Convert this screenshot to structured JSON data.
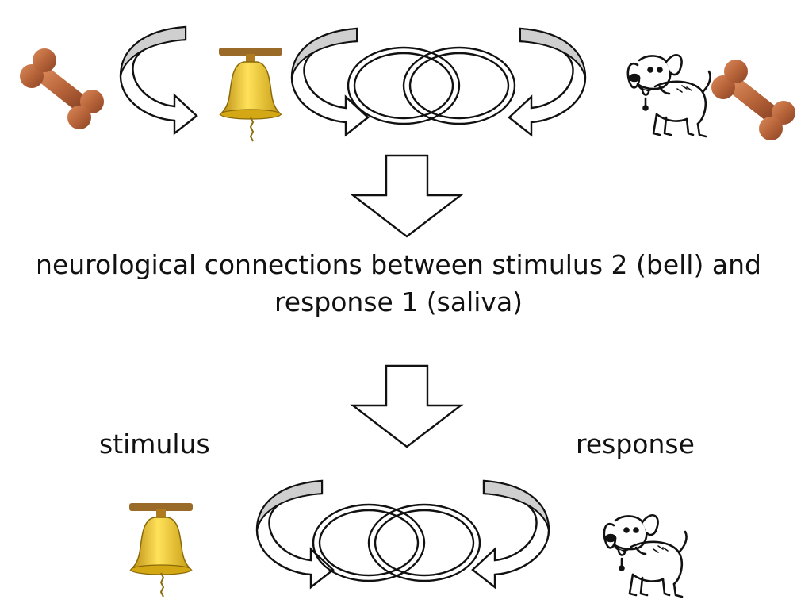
{
  "caption": {
    "line1": "neurological connections between stimulus 2 (bell) and",
    "line2": "response 1 (saliva)"
  },
  "labels": {
    "stimulus": "stimulus",
    "response": "response"
  },
  "colors": {
    "bone": "#b8643a",
    "bell": "#e8c21a",
    "arrow_shade": "#cfcfcf",
    "stroke": "#111111"
  },
  "icons": [
    "bone-icon",
    "bell-icon",
    "dog-icon",
    "curved-arrow-icon",
    "down-arrow-icon",
    "interlocking-rings-icon"
  ]
}
